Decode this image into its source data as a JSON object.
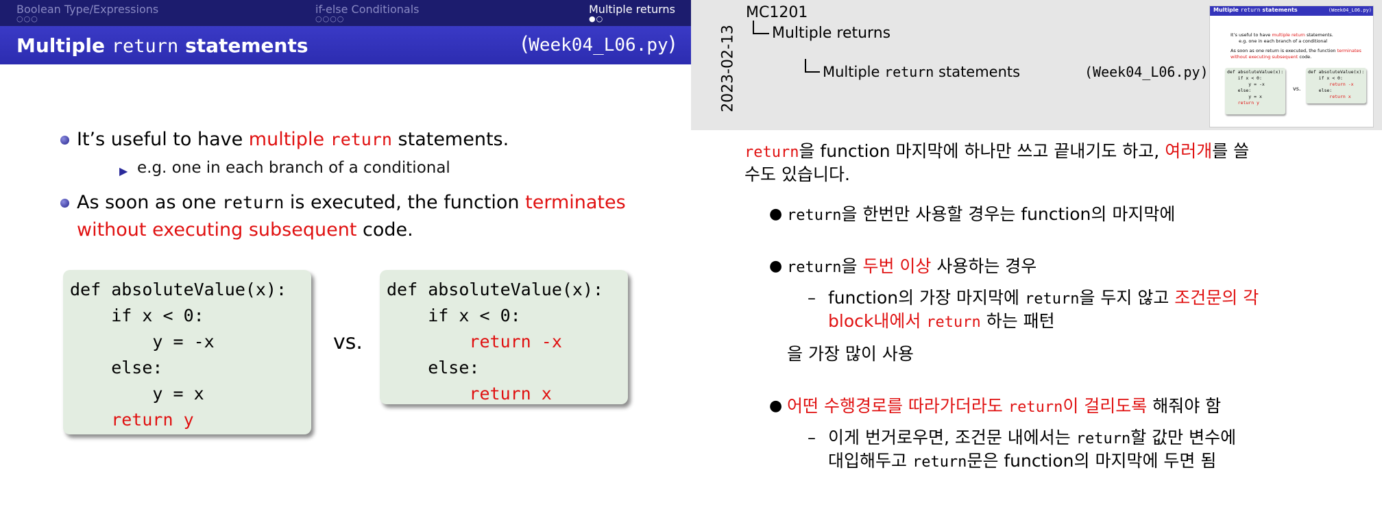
{
  "slide": {
    "nav": {
      "sections": [
        {
          "label": "Boolean Type/Expressions",
          "dots": "○○○"
        },
        {
          "label": "if-else Conditionals",
          "dots": "○○○○"
        },
        {
          "label": "Multiple returns",
          "dots": "●○"
        }
      ]
    },
    "title": {
      "pre": "Multiple",
      "code": "return",
      "post": "statements"
    },
    "file": {
      "open": "(",
      "name": "Week04_L06.py",
      "close": ")"
    },
    "bullets": {
      "b1_a": "It’s useful to have ",
      "b1_red1": "multiple ",
      "b1_red_code": "return",
      "b1_b": " statements.",
      "b1_sub": "e.g. one in each branch of a conditional",
      "b2_a": "As soon as one ",
      "b2_code": "return",
      "b2_b": " is executed, the function ",
      "b2_red1": "terminates",
      "b2_red2": "without executing subsequent",
      "b2_c": " code."
    },
    "code_left": [
      "def absoluteValue(x):",
      "    if x < 0:",
      "        y = -x",
      "    else:",
      "        y = x",
      "    return y"
    ],
    "code_right": [
      "def absoluteValue(x):",
      "    if x < 0:",
      "        return -x",
      "    else:",
      "        return x"
    ],
    "vs": "vs.",
    "colors": {
      "nav_bg": "#1c1c6e",
      "title_bg": "#3434bb",
      "accent_red": "#e01010",
      "code_bg": "#e3ede1"
    }
  },
  "notes": {
    "date": "2023-02-13",
    "course": "MC1201",
    "section": "Multiple returns",
    "frame": {
      "pre": "Multiple ",
      "code": "return",
      "post": " statements"
    },
    "frame_file": "(Week04_L06.py)",
    "thumb": {
      "title_pre": "Multiple ",
      "title_code": "return",
      "title_post": " statements",
      "file": "(Week04_L06.py)",
      "l1_a": "It’s useful to have ",
      "l1_red": "multiple return",
      "l1_b": " statements.",
      "l2": "e.g. one in each branch of a conditional",
      "l3_a": "As soon as one return is executed, the function ",
      "l3_red": "terminates",
      "l4_red": "without executing subsequent",
      "l4_b": " code.",
      "vs": "vs."
    },
    "intro": {
      "code": "return",
      "a": "을 function 마지막에 하나만 쓰고 끝내기도 하고, ",
      "red": "여러개",
      "b": "를 쓸",
      "line2": "수도 있습니다."
    },
    "n1": {
      "code": "return",
      "a": "을 한번만 사용할 경우는 function의 마지막에"
    },
    "n2": {
      "code": "return",
      "a": "을 ",
      "red": "두번 이상",
      "b": " 사용하는 경우"
    },
    "n2_sub": {
      "a": "function의 가장 마지막에 ",
      "code": "return",
      "b": "을 두지 않고 ",
      "red1": "조건문의 각",
      "red2": "block내에서 ",
      "red_code": "return",
      "c": " 하는 패턴"
    },
    "n2_tail": "을 가장 많이 사용",
    "n3": {
      "red_a": "어떤 수행경로를 따라가더라도 ",
      "red_code": "return",
      "red_b": "이 걸리도록",
      "b": " 해줘야 함"
    },
    "n3_sub": {
      "a": "이게 번거로우면, 조건문 내에서는 ",
      "code1": "return",
      "b": "할 값만 변수에",
      "c": "대입해두고 ",
      "code2": "return",
      "d": "문은 function의 마지막에 두면 됨"
    }
  }
}
